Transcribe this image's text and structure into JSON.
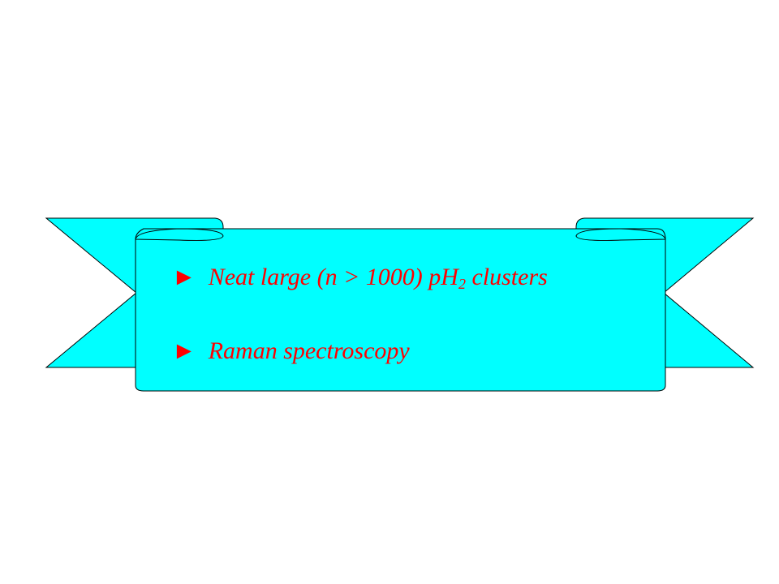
{
  "banner": {
    "fill_color": "#00ffff",
    "stroke_color": "#000000",
    "text_color": "#ff0000",
    "bullet_marker": "►",
    "lines": [
      {
        "before_sub": "Neat large (n > 1000) pH",
        "subscript": "2",
        "after_sub": " clusters"
      },
      {
        "text": "Raman spectroscopy"
      }
    ]
  }
}
